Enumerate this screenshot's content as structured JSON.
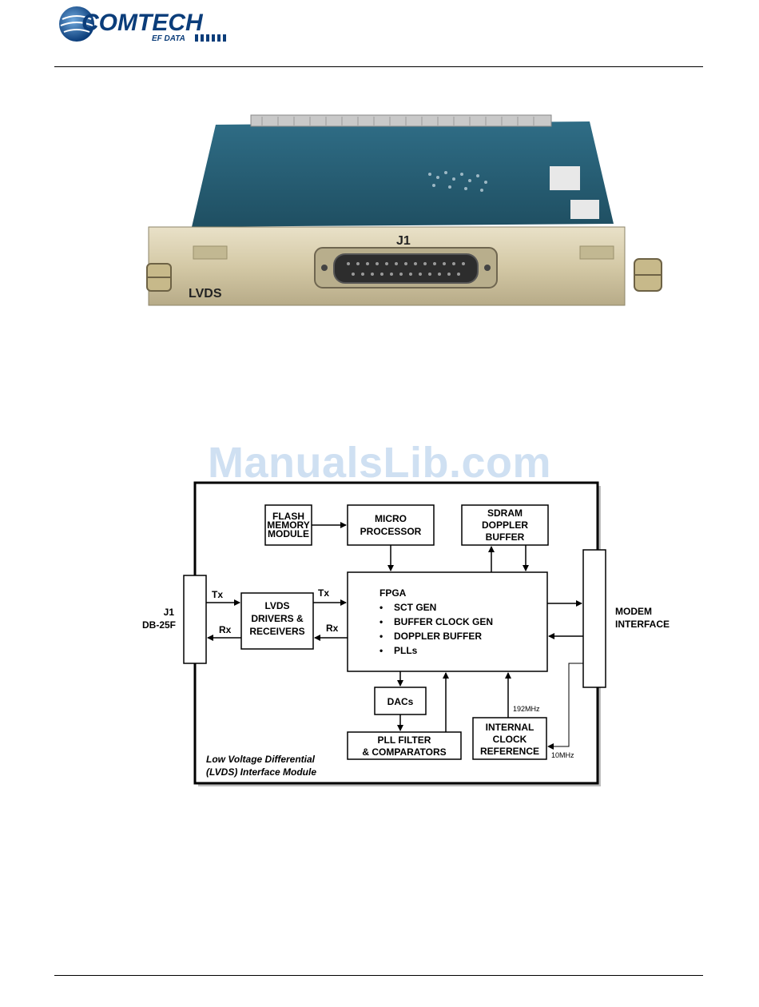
{
  "header": {
    "logo_text": "COMTECH",
    "logo_subtext": "EF DATA"
  },
  "photo": {
    "connector_label": "J1",
    "module_label": "LVDS"
  },
  "watermark": "ManualsLib.com",
  "diagram": {
    "flash": [
      "FLASH",
      "MEMORY",
      "MODULE"
    ],
    "micro": [
      "MICRO",
      "PROCESSOR"
    ],
    "sdram": [
      "SDRAM",
      "DOPPLER",
      "BUFFER"
    ],
    "fpga_title": "FPGA",
    "fpga_items": [
      "SCT GEN",
      "BUFFER CLOCK GEN",
      "DOPPLER BUFFER",
      "PLLs"
    ],
    "bullet": "•",
    "lvds": [
      "LVDS",
      "DRIVERS &",
      "RECEIVERS"
    ],
    "j1": [
      "J1",
      "DB-25F"
    ],
    "modem": [
      "MODEM",
      "INTERFACE"
    ],
    "dacs": "DACs",
    "pll": [
      "PLL FILTER",
      "& COMPARATORS"
    ],
    "clock": [
      "INTERNAL",
      "CLOCK",
      "REFERENCE"
    ],
    "tx_left": "Tx",
    "rx_left": "Rx",
    "tx_right": "Tx",
    "rx_right": "Rx",
    "freq_192": "192MHz",
    "freq_10": "10MHz",
    "caption": [
      "Low Voltage Differential",
      "(LVDS) Interface Module"
    ]
  }
}
